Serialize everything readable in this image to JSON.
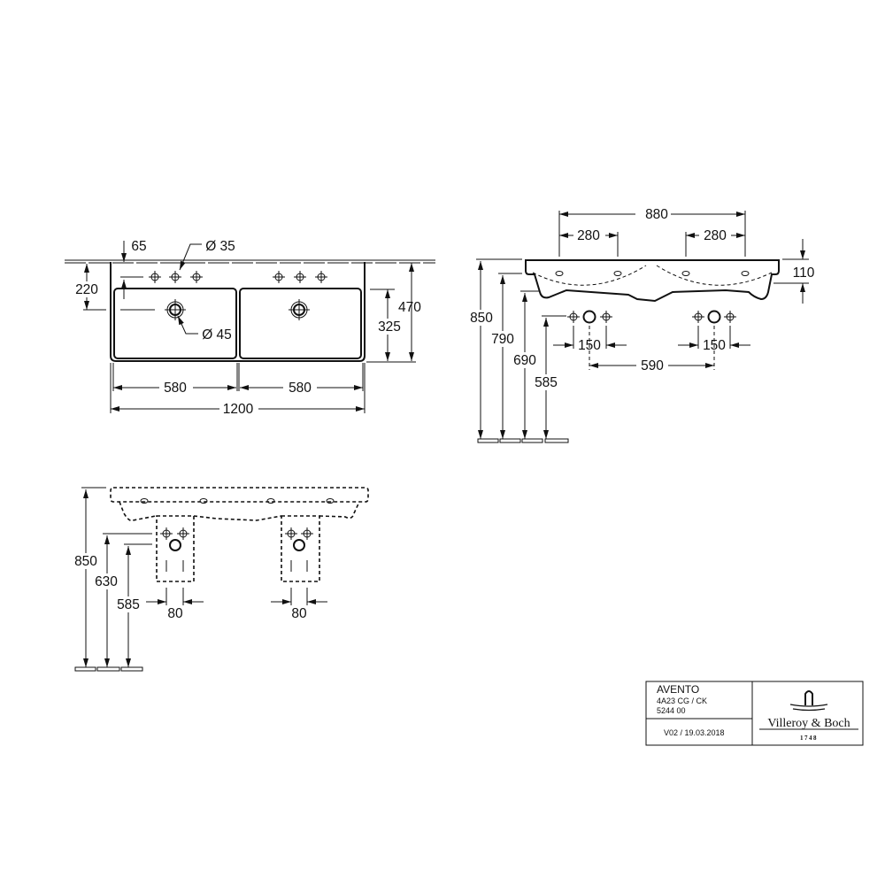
{
  "top_view": {
    "dim_wall_offset": "65",
    "dim_tap_hole": "Ø 35",
    "dim_drain_hole": "Ø 45",
    "dim_drain_from_wall": "220",
    "dim_bowl_depth": "325",
    "dim_total_depth": "470",
    "dim_bowl_left_width": "580",
    "dim_bowl_right_width": "580",
    "dim_total_width": "1200"
  },
  "side_view": {
    "dim_hole_span": "880",
    "dim_left_spacing": "280",
    "dim_right_spacing": "280",
    "dim_rim_height": "110",
    "dim_height_850": "850",
    "dim_height_790": "790",
    "dim_height_690": "690",
    "dim_height_585": "585",
    "dim_supply_left": "150",
    "dim_supply_right": "150",
    "dim_drain_spacing": "590"
  },
  "bottom_view": {
    "dim_height_850": "850",
    "dim_height_630": "630",
    "dim_height_585": "585",
    "dim_bracket_left": "80",
    "dim_bracket_right": "80"
  },
  "title_block": {
    "product": "AVENTO",
    "code": "4A23 CG / CK",
    "article": "5244 00",
    "version": "V02 / 19.03.2018",
    "brand": "Villeroy & Boch",
    "brand_year": "1748"
  }
}
